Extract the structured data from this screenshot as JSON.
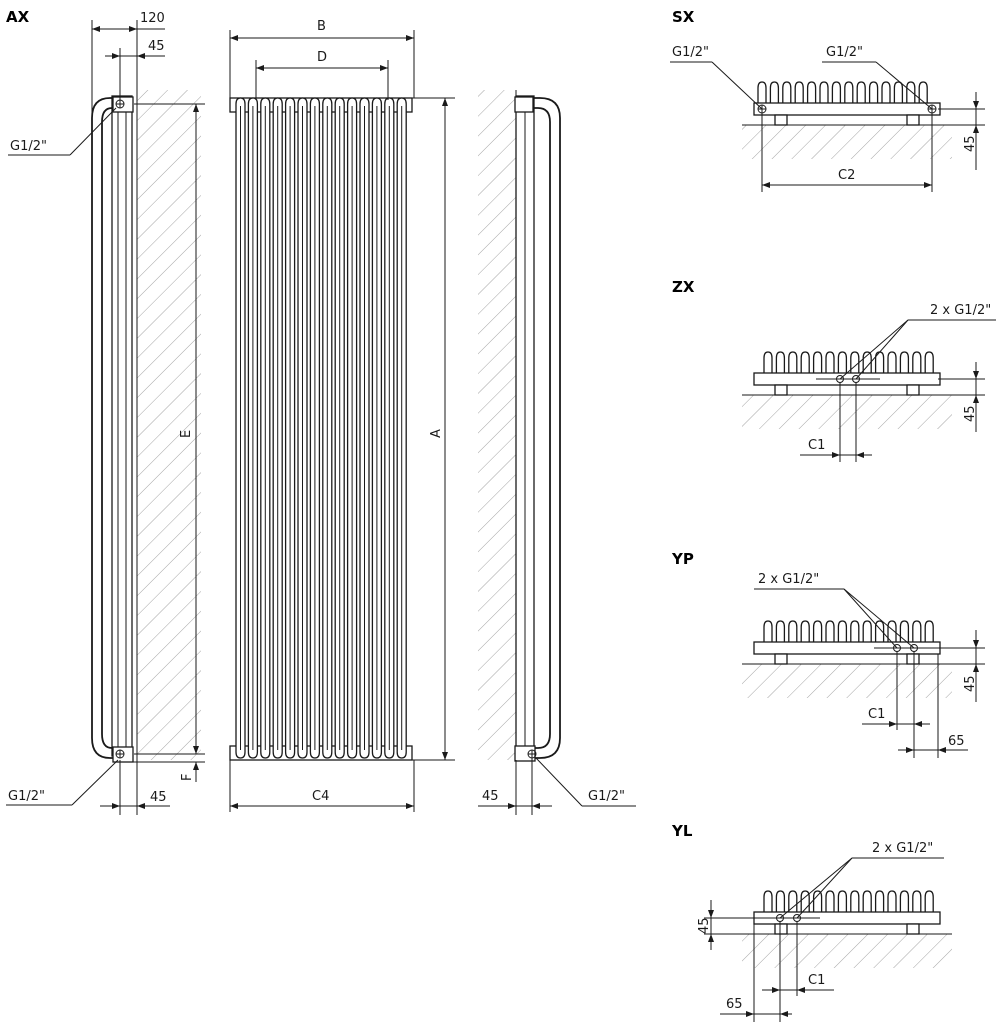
{
  "views": {
    "ax": {
      "title": "AX",
      "dim_120": "120",
      "dim_45_top": "45",
      "dim_45_bottom": "45",
      "dim_e": "E",
      "dim_f": "F",
      "label_top": "G1/2\"",
      "label_bottom": "G1/2\""
    },
    "front": {
      "dim_b": "B",
      "dim_d": "D",
      "dim_c4": "C4",
      "dim_a": "A"
    },
    "side_right": {
      "dim_45": "45",
      "label": "G1/2\""
    },
    "sx": {
      "title": "SX",
      "label_left": "G1/2\"",
      "label_right": "G1/2\"",
      "dim_45": "45",
      "dim_c2": "C2"
    },
    "zx": {
      "title": "ZX",
      "label": "2 x G1/2\"",
      "dim_45": "45",
      "dim_c1": "C1"
    },
    "yp": {
      "title": "YP",
      "label": "2 x G1/2\"",
      "dim_45": "45",
      "dim_c1": "C1",
      "dim_65": "65"
    },
    "yl": {
      "title": "YL",
      "label": "2 x G1/2\"",
      "dim_45": "45",
      "dim_c1": "C1",
      "dim_65": "65"
    }
  }
}
